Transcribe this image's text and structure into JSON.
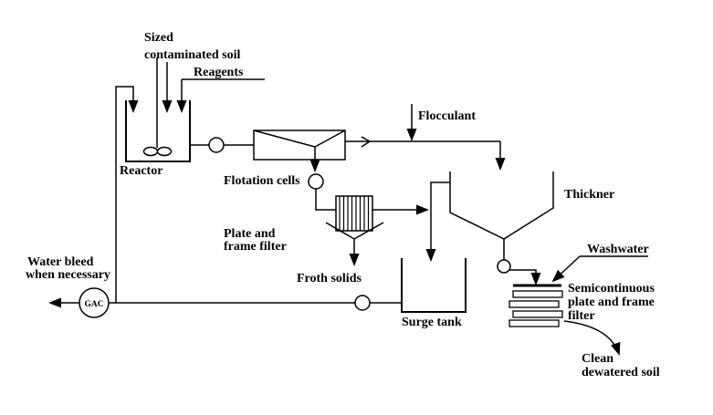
{
  "labels": {
    "feed_line1": "Sized",
    "feed_line2": "contaminated soil",
    "reagents": "Reagents",
    "reactor": "Reactor",
    "flotation_cells": "Flotation cells",
    "flocculant": "Flocculant",
    "thickener": "Thickner",
    "plate_frame_line1": "Plate and",
    "plate_frame_line2": "frame filter",
    "froth_solids": "Froth solids",
    "water_bleed_line1": "Water bleed",
    "water_bleed_line2": "when necessary",
    "gac": "GAC",
    "surge_tank": "Surge tank",
    "washwater": "Washwater",
    "semi_filter_line1": "Semicontinuous",
    "semi_filter_line2": "plate and frame",
    "semi_filter_line3": "filter",
    "clean_soil_line1": "Clean",
    "clean_soil_line2": "dewatered soil"
  },
  "colors": {
    "line": "#000000",
    "background": "#ffffff"
  }
}
